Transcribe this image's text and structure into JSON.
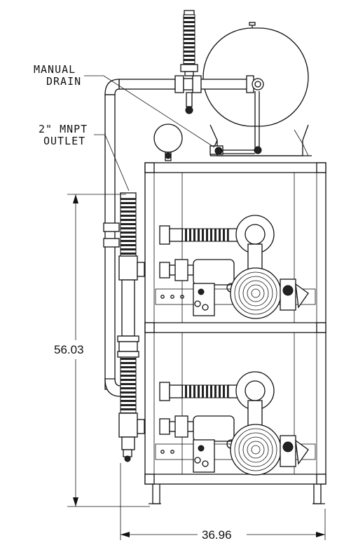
{
  "labels": {
    "manual_drain_line1": "MANUAL",
    "manual_drain_line2": "DRAIN",
    "outlet_line1": "2\" MNPT",
    "outlet_line2": "OUTLET"
  },
  "dimensions": {
    "height": "56.03",
    "width": "36.96"
  }
}
